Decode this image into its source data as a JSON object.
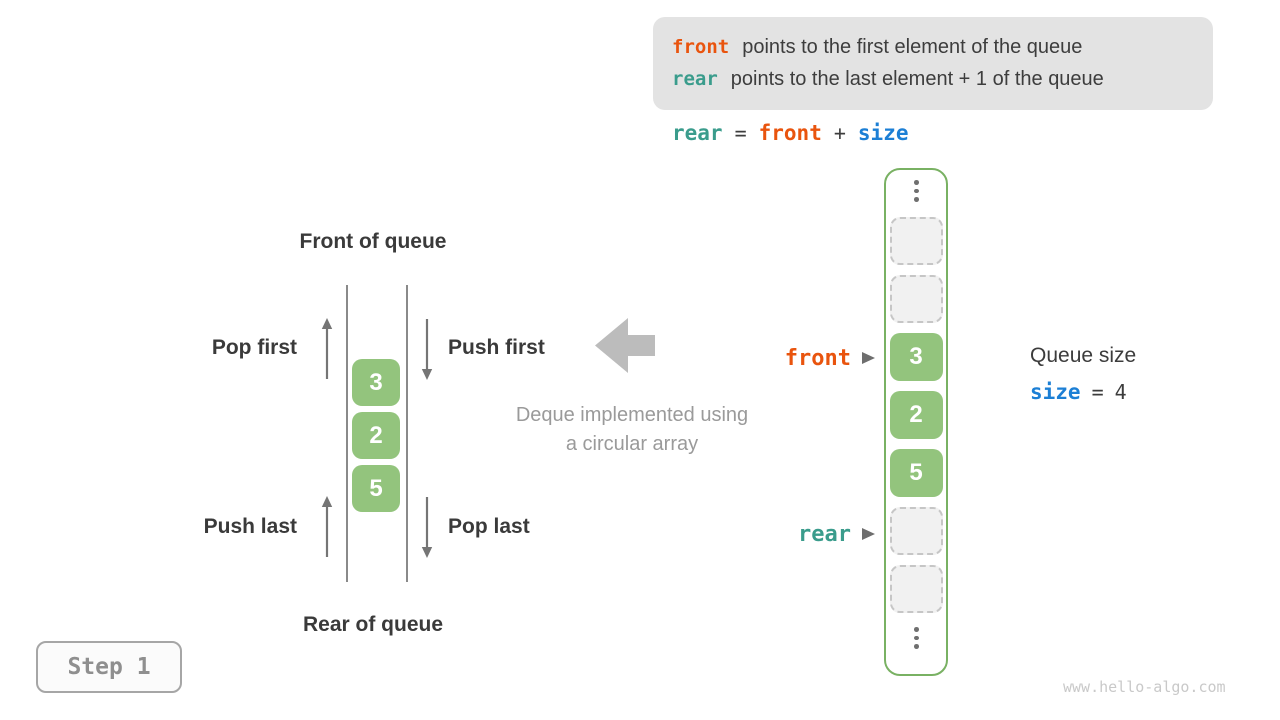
{
  "info_box": {
    "lines": [
      {
        "keyword": "front",
        "text": "points to the first element of the queue"
      },
      {
        "keyword": "rear",
        "text": "points to the last element + 1 of the queue"
      }
    ]
  },
  "formula": {
    "lhs": "rear",
    "eq": "=",
    "op1": "front",
    "plus": "+",
    "op2": "size"
  },
  "deque": {
    "front_of_queue": "Front of queue",
    "rear_of_queue": "Rear of queue",
    "pop_first": "Pop first",
    "push_first": "Push first",
    "push_last": "Push last",
    "pop_last": "Pop last",
    "values": [
      "3",
      "2",
      "5"
    ]
  },
  "caption": {
    "line1": "Deque implemented using",
    "line2": "a circular array"
  },
  "array": {
    "cells": [
      {
        "value": "",
        "filled": false
      },
      {
        "value": "",
        "filled": false
      },
      {
        "value": "3",
        "filled": true
      },
      {
        "value": "2",
        "filled": true
      },
      {
        "value": "5",
        "filled": true
      },
      {
        "value": "",
        "filled": false
      },
      {
        "value": "",
        "filled": false
      }
    ],
    "front_label": "front",
    "rear_label": "rear"
  },
  "queue_size": {
    "title": "Queue size",
    "var": "size",
    "eq": "=",
    "value": "4"
  },
  "step_label": "Step 1",
  "watermark": "www.hello-algo.com",
  "colors": {
    "keyword_orange": "#e9540e",
    "keyword_teal": "#3a9c8c",
    "keyword_blue": "#1c7fd5",
    "cell_green": "#93c47d",
    "array_border_green": "#79b163",
    "block_arrow_gray": "#bcbcbc",
    "info_box_gray": "#e3e3e3"
  }
}
